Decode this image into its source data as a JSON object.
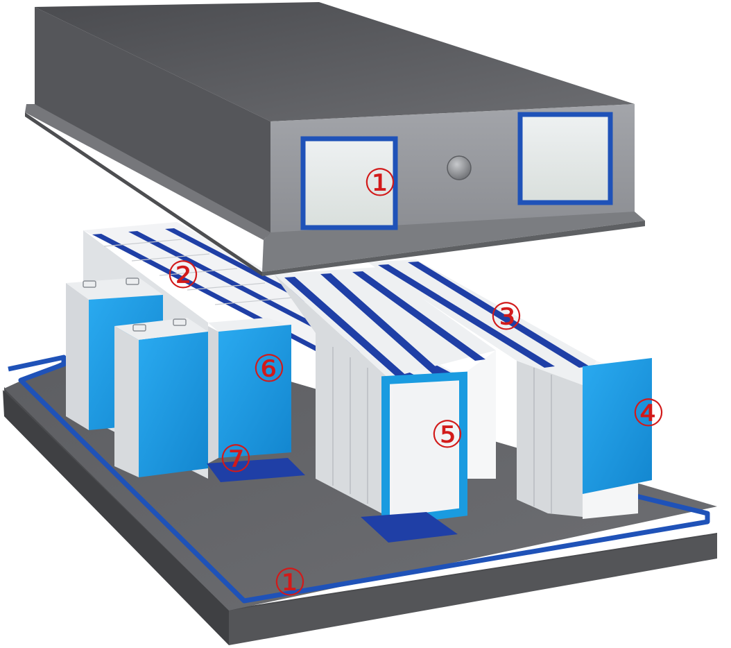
{
  "callouts": {
    "ceiling_unit": "①",
    "floor_boundary": "①",
    "rack_row_left": "②",
    "rack_row_right": "③",
    "end_door_right": "④",
    "end_door_center": "⑤",
    "front_door_left": "⑥",
    "floor_vent": "⑦"
  },
  "colors": {
    "accent_blue": "#1f52b8",
    "panel_blue": "#1a9be0",
    "rack_white": "#e9ebee",
    "slab_gray": "#5a5b5e",
    "ceiling_gray": "#8f9196",
    "callout_red": "#d21a1a"
  }
}
